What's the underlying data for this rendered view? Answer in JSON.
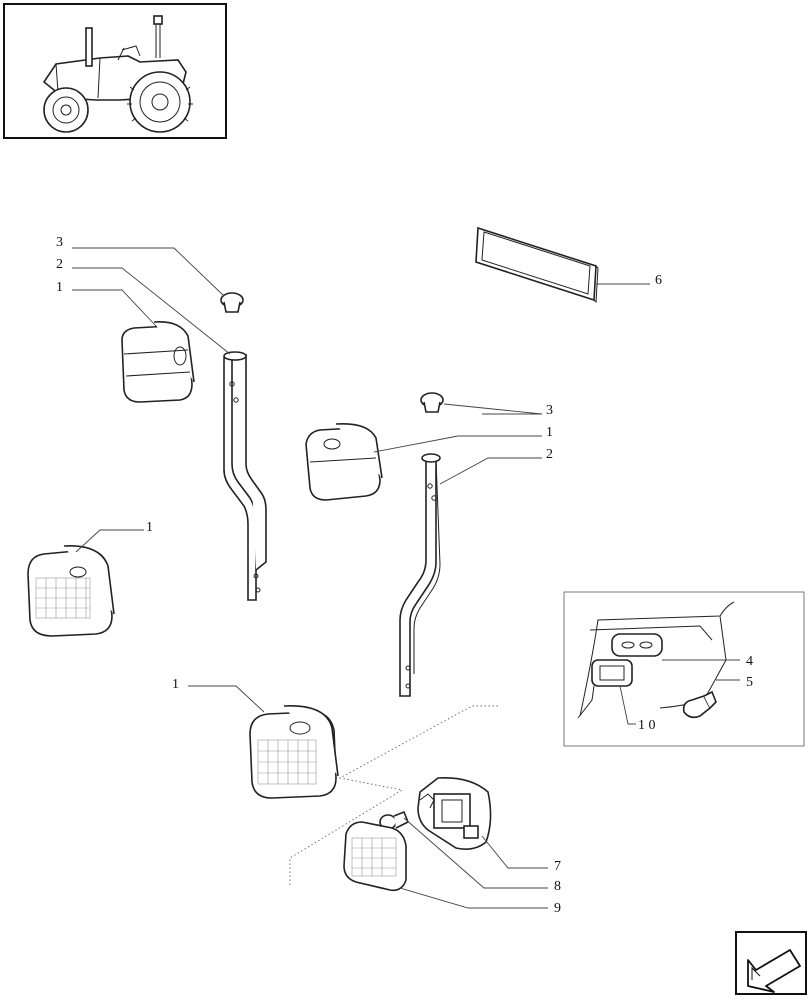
{
  "callouts": {
    "c1": "3",
    "c2": "2",
    "c3": "1",
    "c4": "6",
    "c5": "3",
    "c6": "1",
    "c7": "2",
    "c8": "1",
    "c9": "4",
    "c10": "5",
    "c11": "1 0",
    "c12": "1",
    "c13": "7",
    "c14": "8",
    "c15": "9"
  },
  "icons": {
    "thumbnail": "tractor-thumbnail-icon",
    "nav": "arrow-down-left-icon"
  },
  "colors": {
    "line": "#222222",
    "background": "#ffffff"
  }
}
